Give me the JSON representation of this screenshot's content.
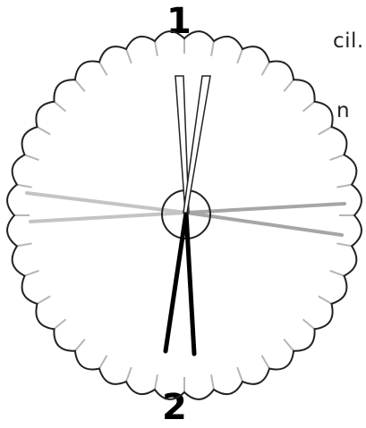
{
  "text_fragments": [
    "cil.",
    "n"
  ],
  "labels": {
    "top": "1",
    "bottom": "2"
  },
  "diagram": {
    "scallop_count": 36,
    "colors": {
      "outline": "#222222",
      "tick": "#b5b5b5",
      "stitch_light": "#c4c4c4",
      "stitch_mid": "#a6a6a6",
      "stitch_dark": "#000000",
      "stitch_open": "#ffffff"
    }
  }
}
